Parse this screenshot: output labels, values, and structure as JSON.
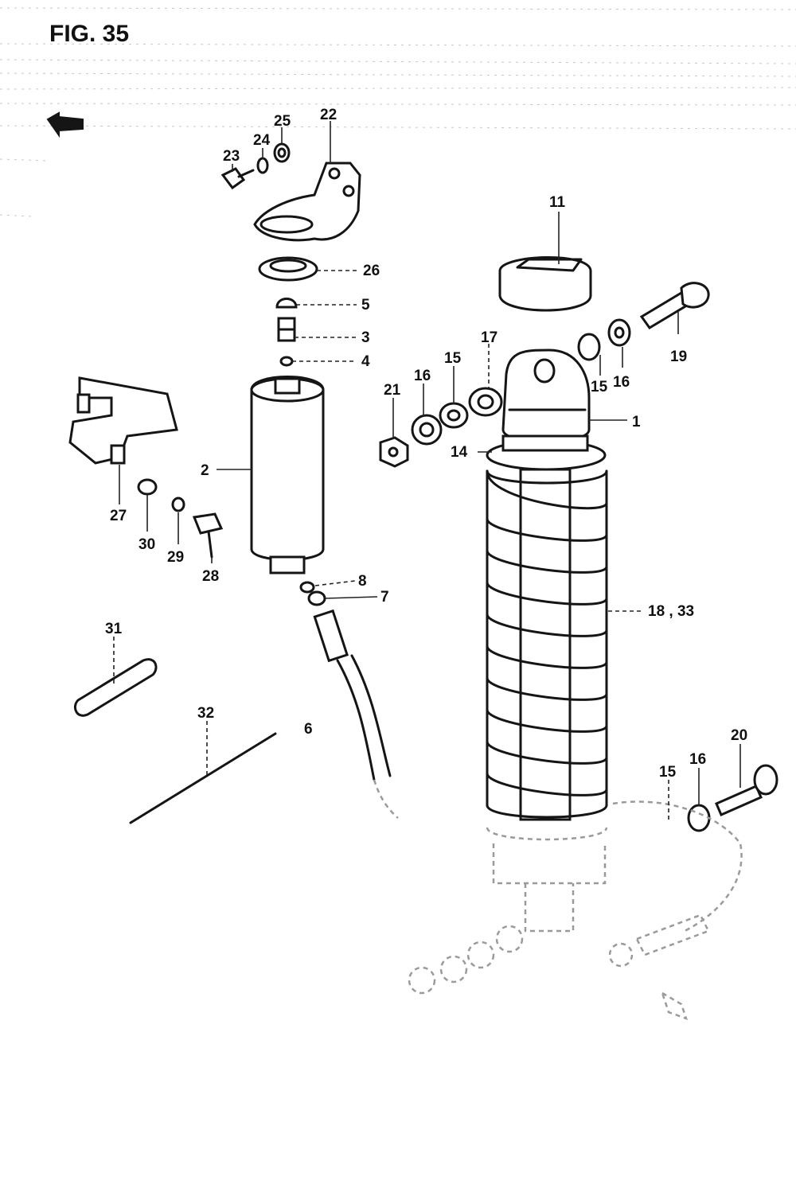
{
  "figure": {
    "title": "FIG. 35"
  },
  "labels": [
    {
      "id": "11",
      "text": "11"
    },
    {
      "id": "25",
      "text": "25"
    },
    {
      "id": "22",
      "text": "22"
    },
    {
      "id": "24",
      "text": "24"
    },
    {
      "id": "23",
      "text": "23"
    },
    {
      "id": "26",
      "text": "26"
    },
    {
      "id": "5",
      "text": "5"
    },
    {
      "id": "3",
      "text": "3"
    },
    {
      "id": "4",
      "text": "4"
    },
    {
      "id": "19",
      "text": "19"
    },
    {
      "id": "17",
      "text": "17"
    },
    {
      "id": "15a",
      "text": "15"
    },
    {
      "id": "16a",
      "text": "16"
    },
    {
      "id": "21",
      "text": "21"
    },
    {
      "id": "15b",
      "text": "15"
    },
    {
      "id": "16b",
      "text": "16"
    },
    {
      "id": "1",
      "text": "1"
    },
    {
      "id": "14",
      "text": "14"
    },
    {
      "id": "2",
      "text": "2"
    },
    {
      "id": "27",
      "text": "27"
    },
    {
      "id": "30",
      "text": "30"
    },
    {
      "id": "29",
      "text": "29"
    },
    {
      "id": "28",
      "text": "28"
    },
    {
      "id": "8",
      "text": "8"
    },
    {
      "id": "7",
      "text": "7"
    },
    {
      "id": "18-33",
      "text": "18 , 33"
    },
    {
      "id": "31",
      "text": "31"
    },
    {
      "id": "32",
      "text": "32"
    },
    {
      "id": "6",
      "text": "6"
    },
    {
      "id": "20",
      "text": "20"
    },
    {
      "id": "16c",
      "text": "16"
    },
    {
      "id": "15c",
      "text": "15"
    }
  ],
  "colors": {
    "ink": "#151515",
    "paper": "#ffffff",
    "faint": "#9a9a9a"
  },
  "icons": {
    "front_arrow": "front-direction-arrow-icon"
  }
}
